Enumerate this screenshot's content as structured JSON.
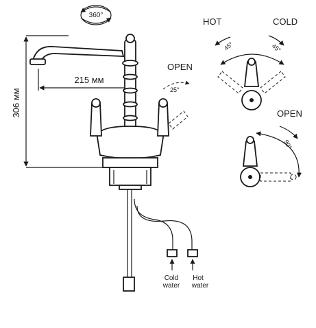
{
  "labels": {
    "rotation": "360°",
    "reach": "215 мм",
    "height": "306 мм",
    "open_main": "OPEN",
    "angle_main": "25°",
    "hot": "HOT",
    "cold": "COLD",
    "angle_hot": "45°",
    "angle_cold": "45°",
    "open_side": "OPEN",
    "angle_side": "90°",
    "cold_water_1": "Cold",
    "cold_water_2": "water",
    "hot_water_1": "Hot",
    "hot_water_2": "water"
  }
}
